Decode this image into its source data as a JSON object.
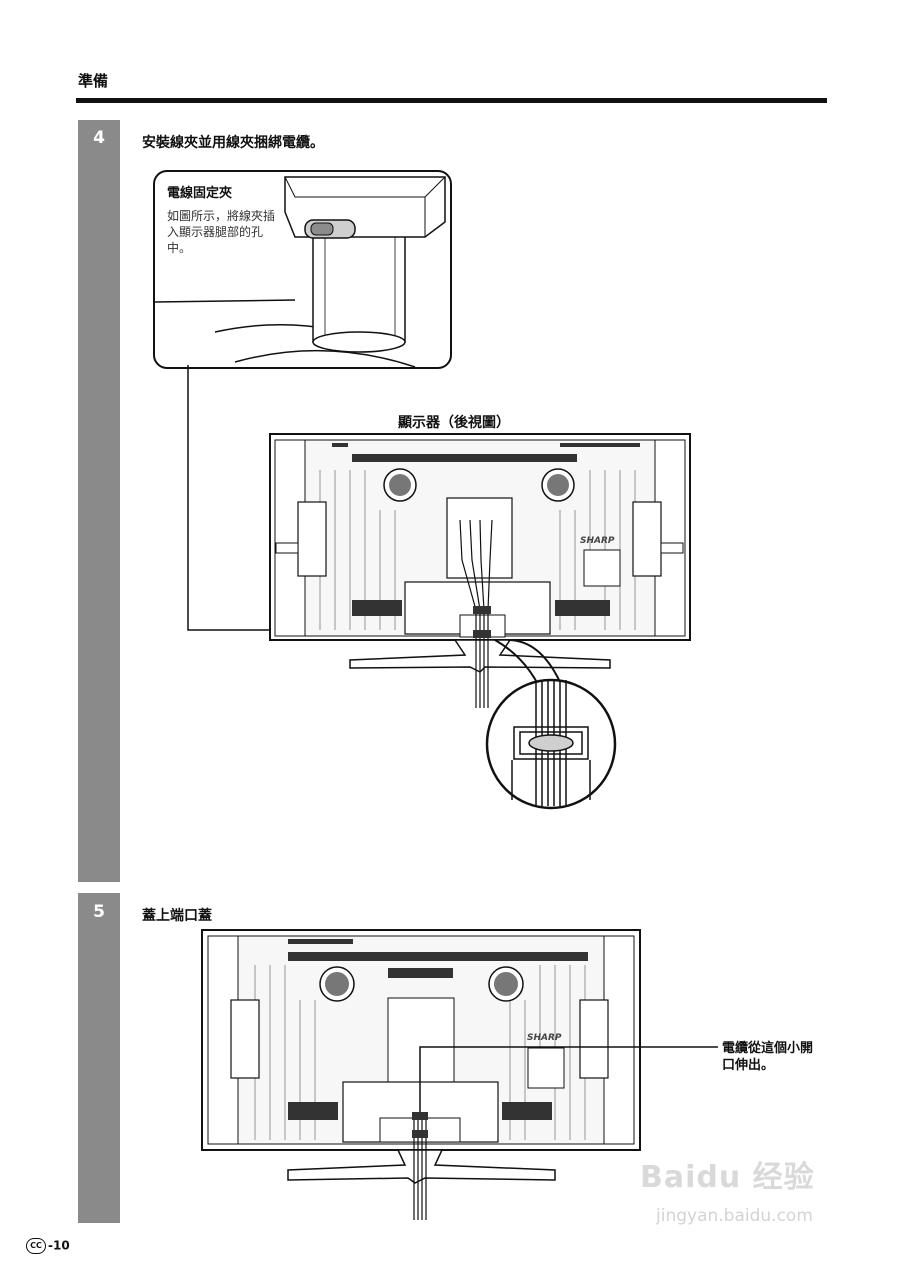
{
  "header": {
    "section_title": "準備"
  },
  "steps": [
    {
      "number": "4",
      "text": "安裝線夾並用線夾捆綁電纜。"
    },
    {
      "number": "5",
      "text": "蓋上端口蓋"
    }
  ],
  "callout": {
    "title": "電線固定夾",
    "body": "如圖所示，將線夾插入顯示器腿部的孔中。"
  },
  "diagram1": {
    "title": "顯示器（後視圖）",
    "brand": "SHARP"
  },
  "diagram2": {
    "brand": "SHARP",
    "note": "電纜從這個小開口伸出。"
  },
  "footer": {
    "icon": "CC",
    "page_number": "-10"
  },
  "watermark": {
    "logo": "Baidu 经验",
    "url": "jingyan.baidu.com"
  }
}
